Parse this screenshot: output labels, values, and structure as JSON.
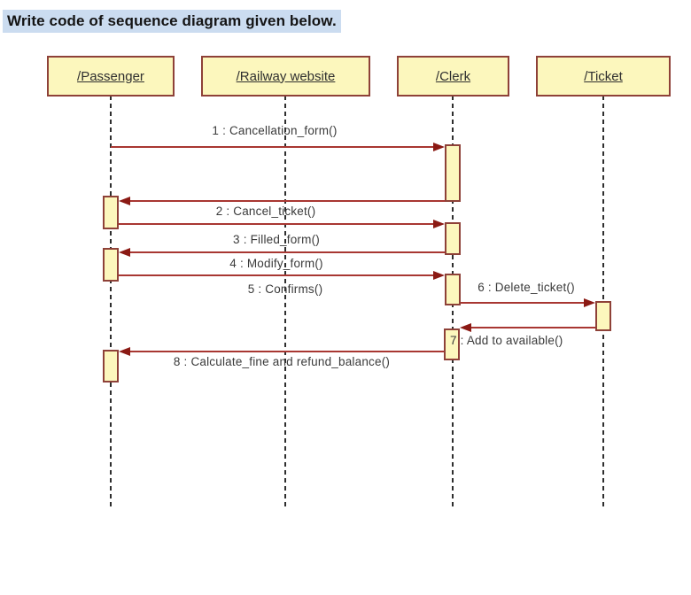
{
  "title": "Write code of sequence diagram given below.",
  "colors": {
    "box_fill": "#FCF7BD",
    "box_border": "#8E4138",
    "arrow_line": "#A83732",
    "arrow_head": "#8B1A14",
    "title_highlight": "#CBDCF0",
    "lifeline": "#2E2E2E",
    "label_text": "#3A3A3A"
  },
  "diagram_data": {
    "type": "uml_sequence_diagram",
    "actors": [
      {
        "label": "/Passenger"
      },
      {
        "label": "/Railway website"
      },
      {
        "label": "/Clerk"
      },
      {
        "label": "/Ticket"
      }
    ],
    "messages": [
      {
        "label": "1 : Cancellation_form()",
        "from": "/Passenger",
        "to": "/Clerk"
      },
      {
        "label": "2 : Cancel_ticket()",
        "from": "/Clerk",
        "to": "/Passenger"
      },
      {
        "label": "3 : Filled_form()",
        "from": "/Passenger",
        "to": "/Clerk"
      },
      {
        "label": "4 : Modify_form()",
        "from": "/Clerk",
        "to": "/Passenger"
      },
      {
        "label": "5 : Confirms()",
        "from": "/Passenger",
        "to": "/Clerk"
      },
      {
        "label": "6 : Delete_ticket()",
        "from": "/Clerk",
        "to": "/Ticket"
      },
      {
        "label": "7 : Add to available()",
        "from": "/Ticket",
        "to": "/Clerk"
      },
      {
        "label": "8 : Calculate_fine and refund_balance()",
        "from": "/Clerk",
        "to": "/Passenger"
      }
    ]
  }
}
